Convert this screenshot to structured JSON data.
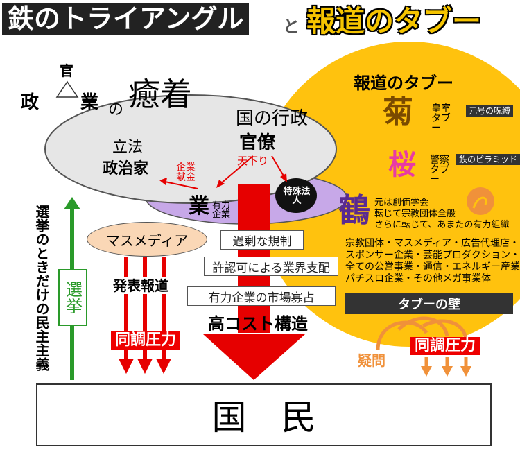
{
  "title": {
    "part1": "鉄のトライアングル",
    "connector": "と",
    "part2": "報道のタブー"
  },
  "triangle": {
    "top": "官",
    "left": "政",
    "right": "業",
    "no": "の",
    "adhesion": "癒着"
  },
  "ellipse": {
    "legislature": "立法",
    "politicians": "政治家",
    "administration": "国の行政",
    "bureaucrats": "官僚",
    "donations": "企業献金",
    "amakudari": "天下り",
    "special_corp": "特殊法人",
    "business": "業",
    "powerful_corp": "有力企業"
  },
  "media": {
    "label": "マスメディア",
    "announcement": "発表報道",
    "pressure": "同調圧力"
  },
  "election": {
    "label": "選挙",
    "vertical": "選挙のときだけの民主主義"
  },
  "issues": [
    "過剰な規制",
    "許認可による業界支配",
    "有力企業の市場寡占"
  ],
  "high_cost": "高コスト構造",
  "people": "国　民",
  "taboo": {
    "heading": "報道のタブー",
    "kiku": {
      "char": "菊",
      "label": "皇室タブー",
      "tag": "元号の呪縛"
    },
    "sakura": {
      "char": "桜",
      "label": "警察タブー",
      "tag": "鉄のピラミッド"
    },
    "tsuru": {
      "char": "鶴",
      "desc": [
        "元は創価学会",
        "転じて宗教団体全般",
        "さらに転じて、あまたの有力組織"
      ]
    },
    "list": [
      "宗教団体・マスメディア・広告代理店・",
      "スポンサー企業・芸能プロダクション・",
      "全ての公営事業・通信・エネルギー産業",
      "パチスロ企業・その他メガ事業体"
    ],
    "wall": "タブーの壁",
    "doubt": "疑問",
    "pressure": "同調圧力"
  },
  "colors": {
    "yellow": "#ffc20e",
    "red": "#e60000",
    "green": "#2a9a2a",
    "purple": "#c7a8e8",
    "orange": "#f0913a",
    "gray": "#e6e6e6"
  }
}
